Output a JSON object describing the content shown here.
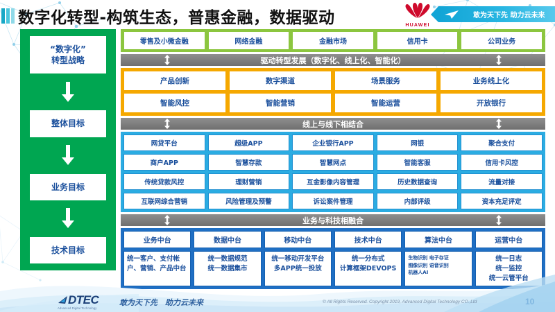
{
  "header": {
    "title": "数字化转型-构筑生态，普惠金融，数据驱动",
    "brand": "HUAWEI",
    "banner_text": "敢为天下先 助力云未来"
  },
  "sidebar": {
    "items": [
      {
        "label": "“数字化”\n转型战略"
      },
      {
        "label": "整体目标"
      },
      {
        "label": "业务目标"
      },
      {
        "label": "技术目标"
      }
    ]
  },
  "business_lines": {
    "cells": [
      "零售及小微金融",
      "网络金融",
      "金融市场",
      "信用卡",
      "公司业务"
    ]
  },
  "connectors": {
    "drive": "驱动转型发展（数字化、线上化、智能化）",
    "online_offline": "线上与线下相结合",
    "biz_tech": "业务与科技相融合"
  },
  "overall_goals": {
    "rows": [
      [
        "产品创新",
        "数字渠道",
        "场景服务",
        "业务线上化"
      ],
      [
        "智能风控",
        "智能营销",
        "智能运营",
        "开放银行"
      ]
    ]
  },
  "business_goals": {
    "rows": [
      [
        "网贷平台",
        "超级APP",
        "企业银行APP",
        "网银",
        "聚合支付"
      ],
      [
        "商户APP",
        "智慧存款",
        "智慧网点",
        "智能客服",
        "信用卡风控"
      ],
      [
        "传统贷款风控",
        "理财营销",
        "互金影像内容管理",
        "历史数据查询",
        "流量对接"
      ],
      [
        "互联网综合营销",
        "风险管理及预警",
        "诉讼案件管理",
        "内部评级",
        "资本充足评定"
      ]
    ]
  },
  "tech_goals": {
    "headers": [
      "业务中台",
      "数据中台",
      "移动中台",
      "技术中台",
      "算法中台",
      "运营中台"
    ],
    "bodies": [
      "统一客户、支付帐户、营销、产品中台",
      "统一数据规范\n统一数据集市",
      "统一移动开发平台\n多APP统一投放",
      "统一分布式\n计算框架DEVOPS",
      "生物识别 电子存证\n图像识别 语音识别\n机器人AI",
      "统一日志\n统一监控\n统一云管平台"
    ]
  },
  "footer": {
    "logo_word": "DTEC",
    "logo_sub": "Advanced Digital Technology",
    "slogan": "敢为天下先　助力云未来",
    "copyright": "© All Rights Reserved. Copyright 2019, Advanced Digital Technology CO.,Ltd",
    "page_number": "10"
  },
  "colors": {
    "green": "#00a651",
    "light_green": "#8cc63f",
    "orange": "#f5a800",
    "blue": "#2bace2",
    "dark_blue": "#1f6fc4",
    "gray_bar": "#7f7f7f",
    "text_blue": "#1a4f9c"
  }
}
